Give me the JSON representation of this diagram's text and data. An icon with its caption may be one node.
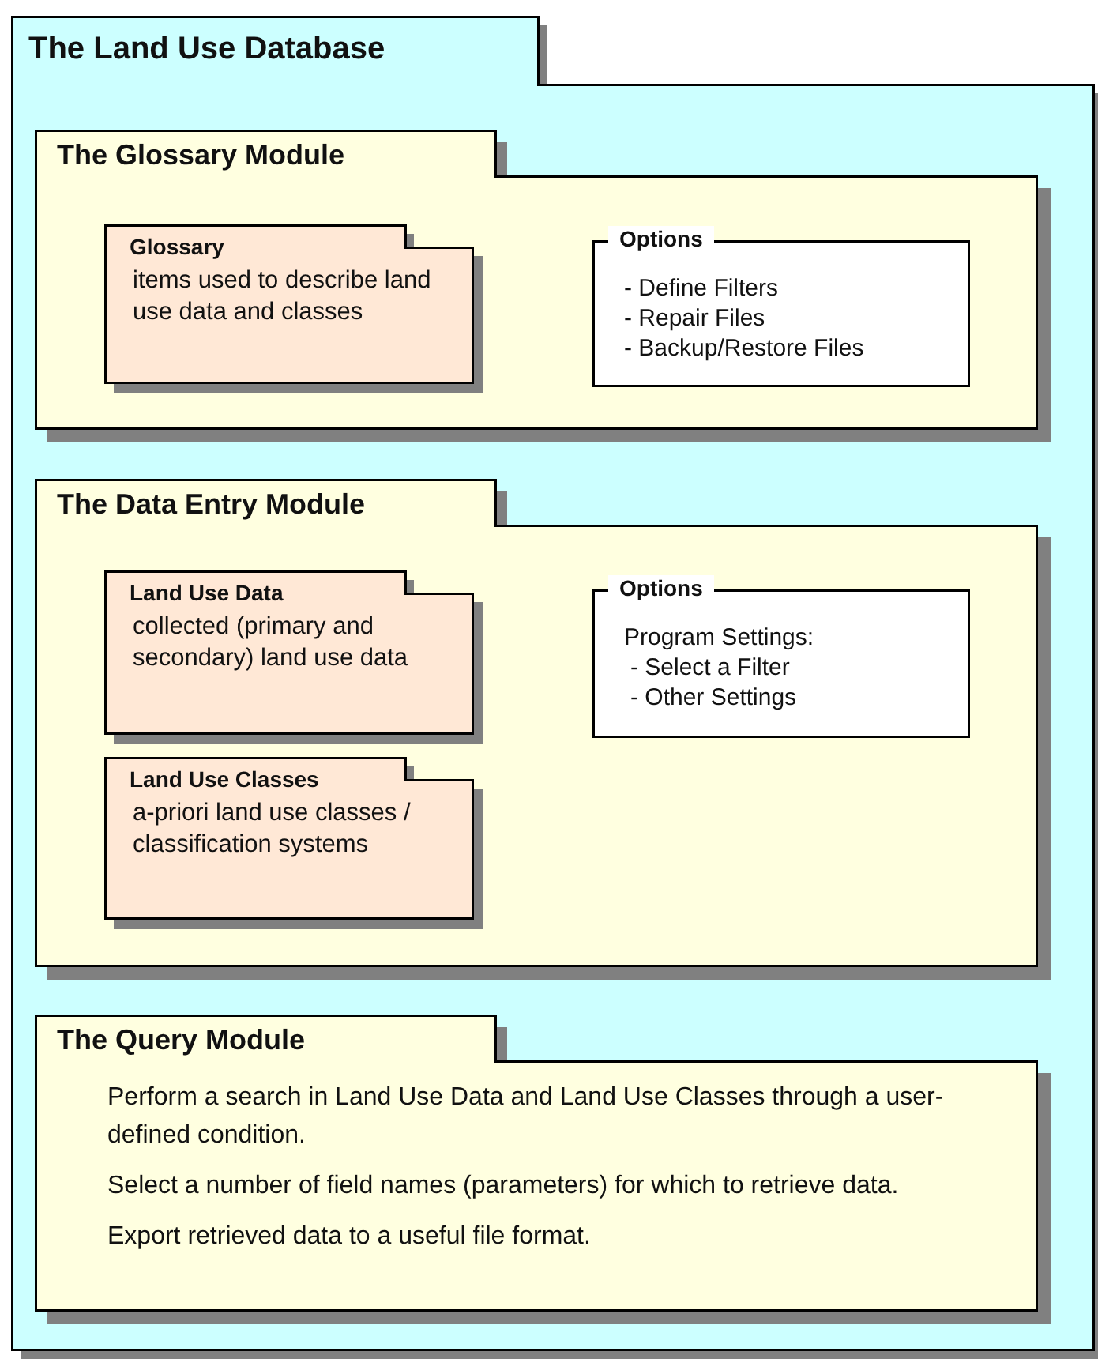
{
  "diagram": {
    "nodes": [
      {
        "text": [
          "The Land Use Database"
        ]
      },
      {
        "text": [
          "The Glossary Module"
        ],
        "in": 0
      },
      {
        "text": [
          "Glossary",
          "items used to describe land use data and classes"
        ],
        "in": 1
      },
      {
        "text": [
          "Options",
          "- Define Filters",
          "- Repair Files",
          "- Backup/Restore Files"
        ],
        "in": 1
      },
      {
        "text": [
          "The Data Entry Module"
        ],
        "in": 0
      },
      {
        "text": [
          "Land Use Data",
          "collected (primary and secondary) land use data"
        ],
        "in": 4
      },
      {
        "text": [
          "Land Use Classes",
          "a-priori land use classes / classification systems"
        ],
        "in": 4
      },
      {
        "text": [
          "Options",
          "Program Settings:",
          "- Select a Filter",
          "- Other Settings"
        ],
        "in": 4
      },
      {
        "text": [
          "The Query Module",
          "Perform a search in Land Use Data and Land Use Classes through a user-defined condition.",
          "Select a number of field names (parameters) for which to retrieve data.",
          "Export retrieved data to a useful file format."
        ],
        "in": 0
      }
    ]
  }
}
